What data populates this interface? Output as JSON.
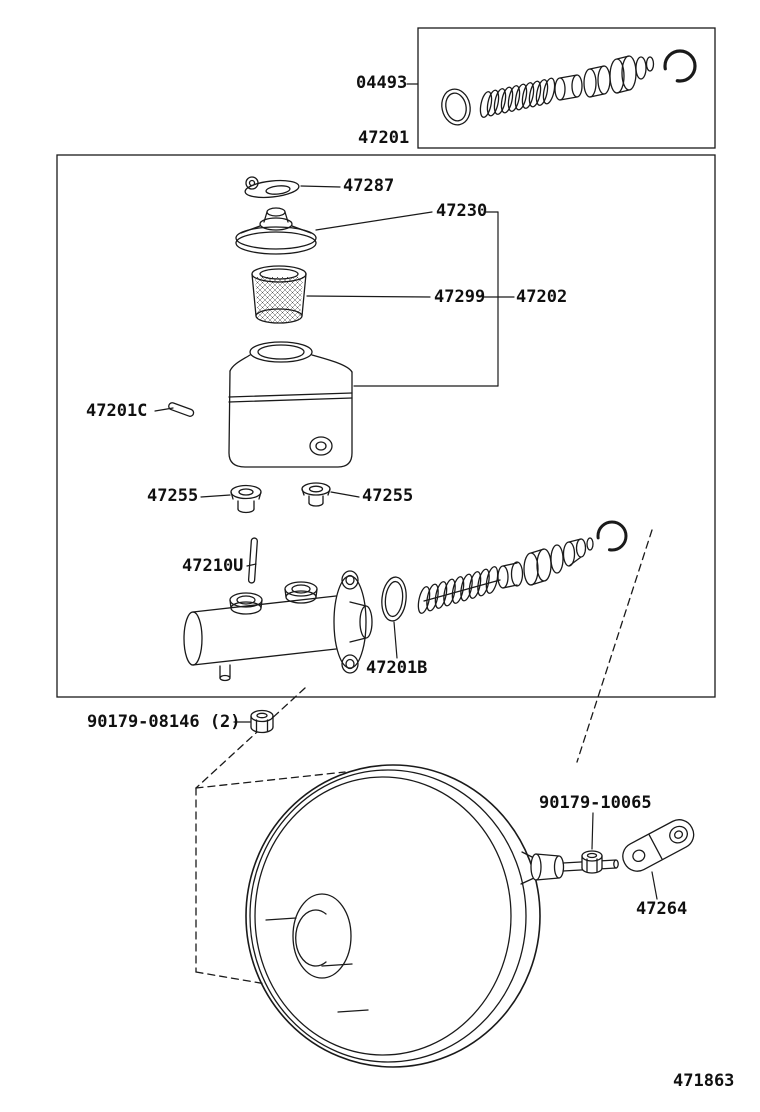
{
  "page": {
    "background": "#ffffff",
    "line_color": "#1a1a1a"
  },
  "labels": {
    "repair_kit": "04493",
    "master_cylinder_assy": "47201",
    "reservoir_float": "47287",
    "reservoir_cap": "47230",
    "strainer": "47299",
    "reservoir_assy": "47202",
    "pin_47201c": "47201C",
    "grommet_left": "47255",
    "grommet_right": "47255",
    "pin_47210u": "47210U",
    "oring": "47201B",
    "nut_master": "90179-08146 (2)",
    "nut_booster": "90179-10065",
    "bracket": "47264",
    "drawing_number": "471863"
  }
}
